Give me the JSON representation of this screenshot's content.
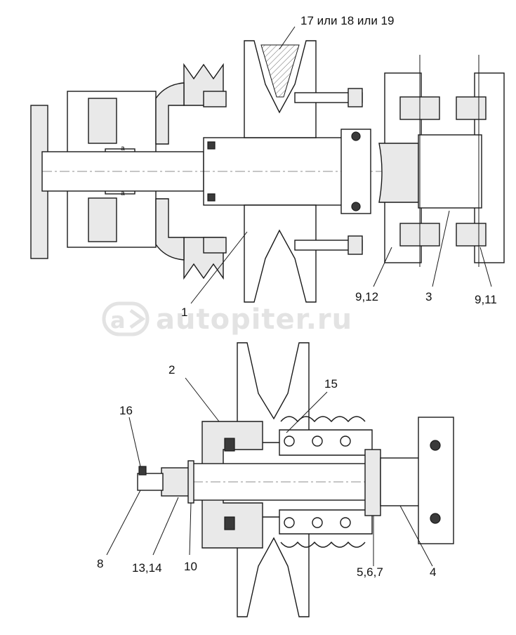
{
  "watermark": {
    "text": "autopiter.ru",
    "logo_icon": "a-arrow-logo-icon"
  },
  "top_assembly": {
    "callouts": [
      {
        "id": "c-17-18-19",
        "text": "17 или 18 или 19"
      },
      {
        "id": "c-1",
        "text": "1"
      },
      {
        "id": "c-9-12",
        "text": "9,12"
      },
      {
        "id": "c-3",
        "text": "3"
      },
      {
        "id": "c-9-11",
        "text": "9,11"
      }
    ]
  },
  "bottom_assembly": {
    "callouts": [
      {
        "id": "c-2",
        "text": "2"
      },
      {
        "id": "c-15",
        "text": "15"
      },
      {
        "id": "c-16",
        "text": "16"
      },
      {
        "id": "c-8",
        "text": "8"
      },
      {
        "id": "c-13-14",
        "text": "13,14"
      },
      {
        "id": "c-10",
        "text": "10"
      },
      {
        "id": "c-5-6-7",
        "text": "5,6,7"
      },
      {
        "id": "c-4",
        "text": "4"
      }
    ]
  },
  "colors": {
    "line": "#1a1a1a",
    "fill_light": "#e9e9e9",
    "watermark": "#e3e3e3"
  }
}
